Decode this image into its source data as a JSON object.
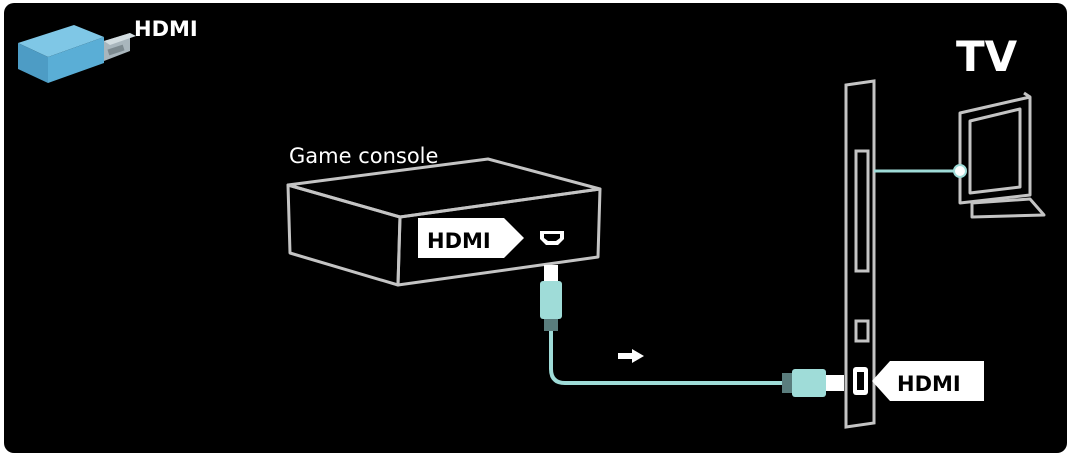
{
  "header": {
    "cable_type_label": "HDMI"
  },
  "tv": {
    "title": "TV",
    "port_label": "HDMI"
  },
  "game_console": {
    "title": "Game console",
    "port_label": "HDMI"
  },
  "colors": {
    "background": "#000000",
    "device_line": "#bdbdbd",
    "cable_teal": "#9fdcd8",
    "cable_dark": "#4e6b6c",
    "label_fill": "#ffffff",
    "label_text": "#000000"
  }
}
